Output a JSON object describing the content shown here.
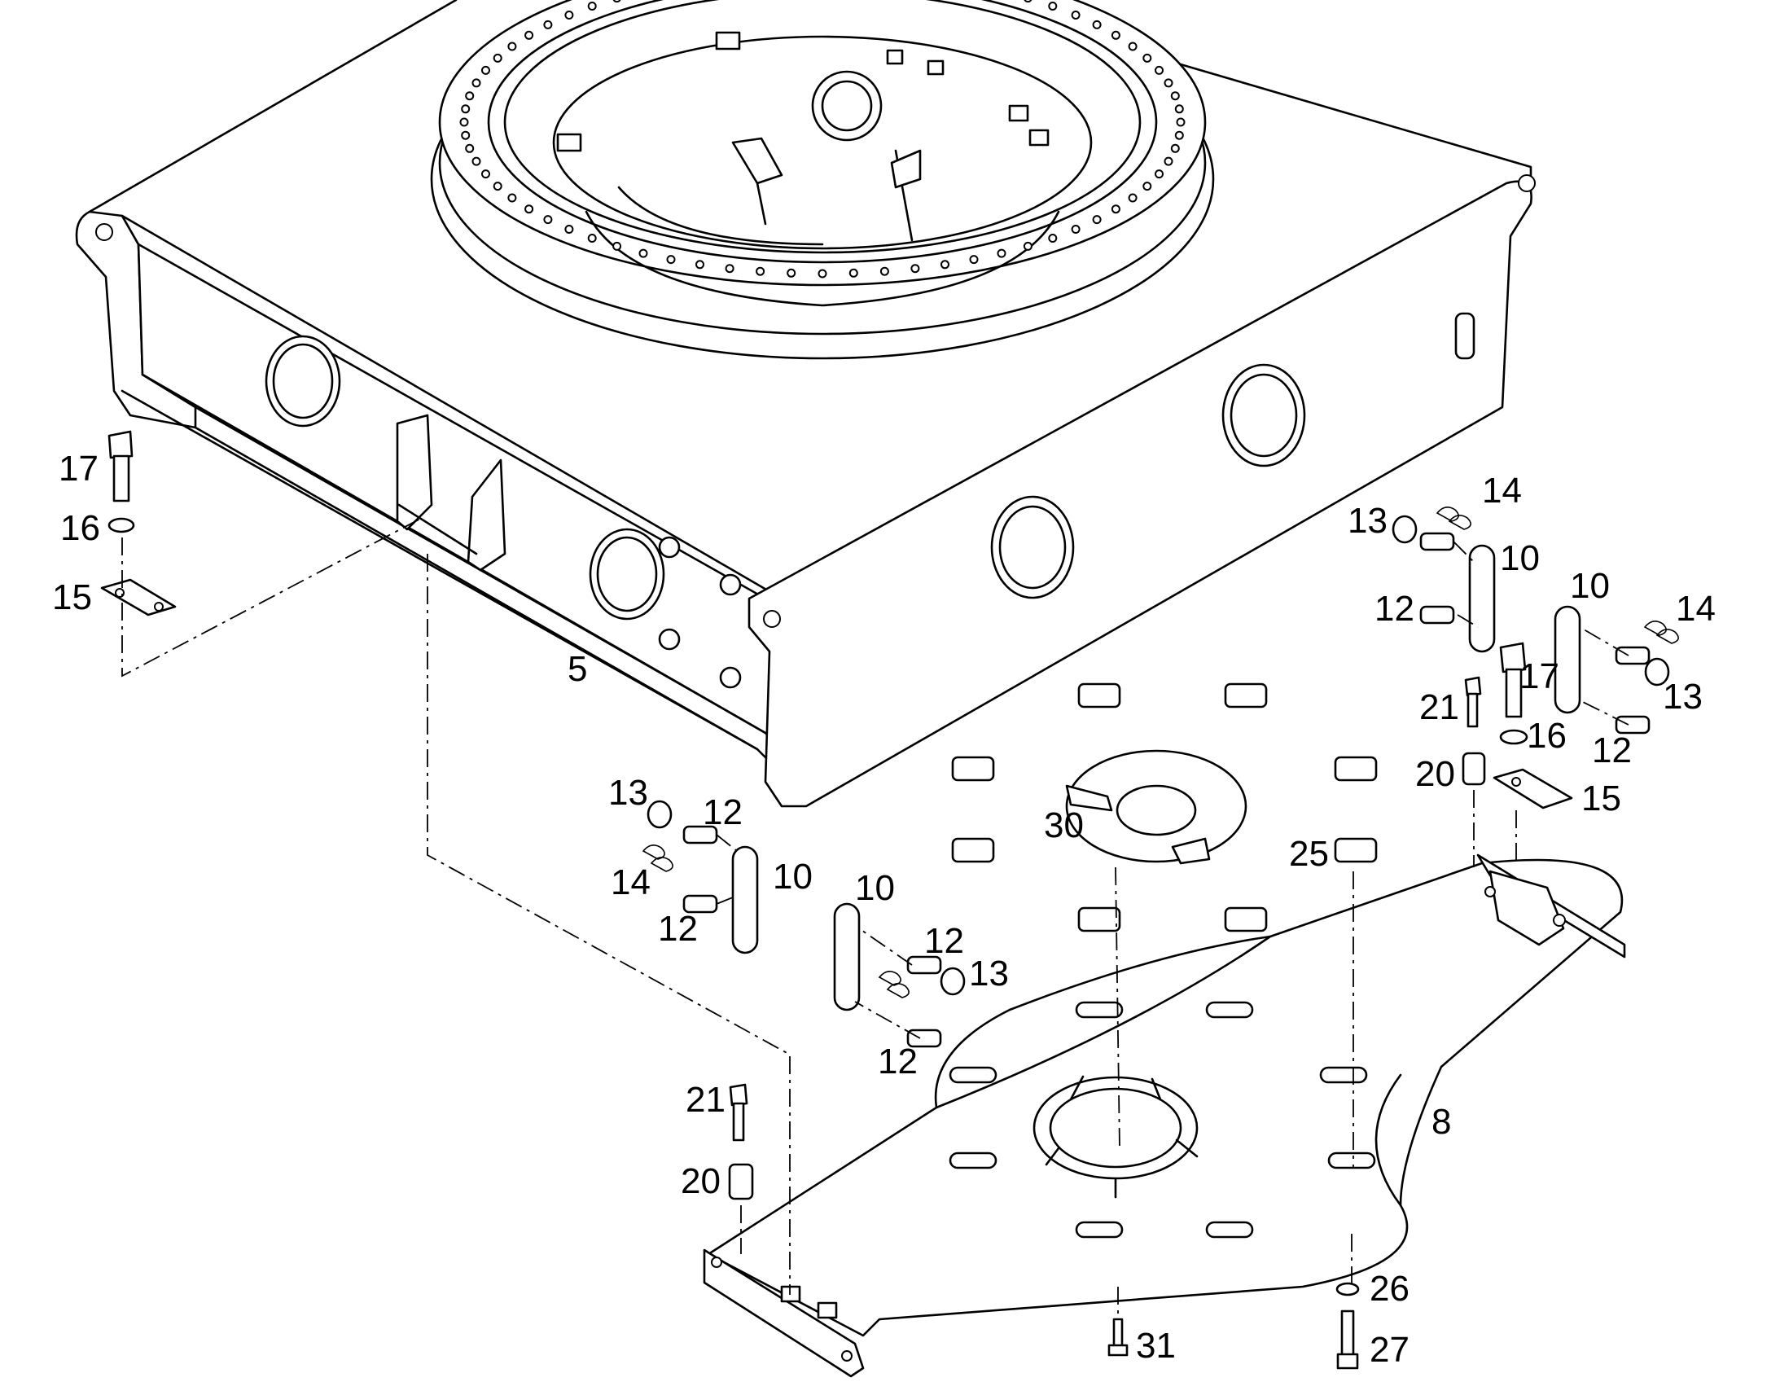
{
  "callouts": [
    {
      "id": "5",
      "text": "5"
    },
    {
      "id": "8",
      "text": "8"
    },
    {
      "id": "10",
      "text": "10"
    },
    {
      "id": "12",
      "text": "12"
    },
    {
      "id": "13",
      "text": "13"
    },
    {
      "id": "14",
      "text": "14"
    },
    {
      "id": "15",
      "text": "15"
    },
    {
      "id": "16",
      "text": "16"
    },
    {
      "id": "17",
      "text": "17"
    },
    {
      "id": "20",
      "text": "20"
    },
    {
      "id": "21",
      "text": "21"
    },
    {
      "id": "25",
      "text": "25"
    },
    {
      "id": "26",
      "text": "26"
    },
    {
      "id": "27",
      "text": "27"
    },
    {
      "id": "30",
      "text": "30"
    },
    {
      "id": "31",
      "text": "31"
    }
  ]
}
